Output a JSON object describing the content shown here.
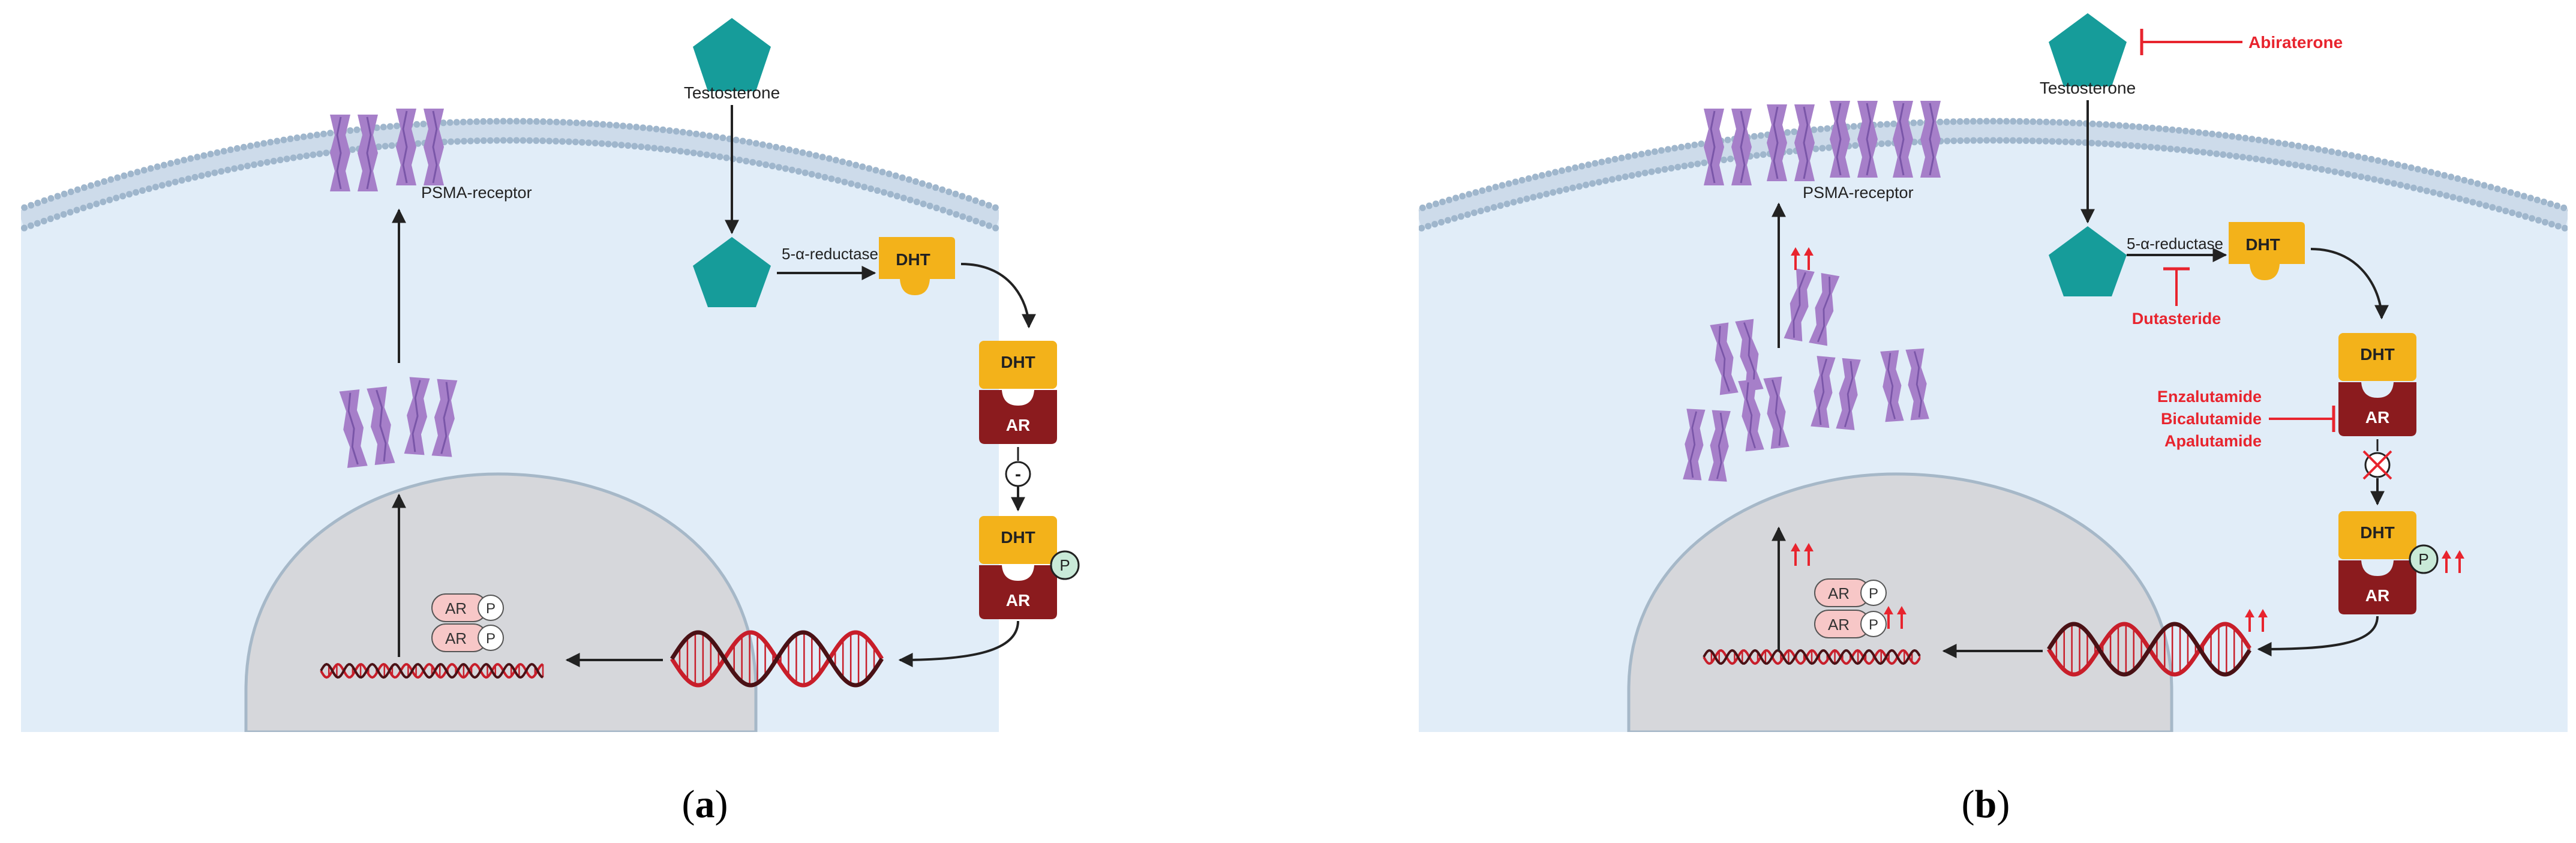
{
  "colors": {
    "cytoplasm": "#e1edf8",
    "membrane_head": "#9fb6cc",
    "membrane_tail": "#cddbea",
    "nucleus": "#d6d7db",
    "nucleus_edge": "#a6b8c8",
    "testosterone": "#169c9a",
    "dht": "#f3b21a",
    "dht_dark": "#d99a10",
    "ar": "#8b1b1e",
    "phospho": "#c9ead8",
    "psma": "#a67fc9",
    "psma_dark": "#7a56a8",
    "dna_red": "#c81e2a",
    "dna_dark": "#4a1115",
    "ar_nuclear": "#f7c7c7",
    "arrow": "#222222",
    "inhibitor": "#e8242e"
  },
  "panel_a": {
    "testosterone": "Testosterone",
    "psma_receptor": "PSMA-receptor",
    "enzyme": "5-α-reductase",
    "dht": "DHT",
    "ar": "AR",
    "phospho": "P",
    "minus": "-",
    "caption_open": "(",
    "caption_letter": "a",
    "caption_close": ")"
  },
  "panel_b": {
    "testosterone": "Testosterone",
    "psma_receptor": "PSMA-receptor",
    "enzyme": "5-α-reductase",
    "dht": "DHT",
    "ar": "AR",
    "phospho": "P",
    "abiraterone": "Abiraterone",
    "dutasteride": "Dutasteride",
    "antiandrogens": [
      "Enzalutamide",
      "Bicalutamide",
      "Apalutamide"
    ],
    "caption_open": "(",
    "caption_letter": "b",
    "caption_close": ")"
  }
}
